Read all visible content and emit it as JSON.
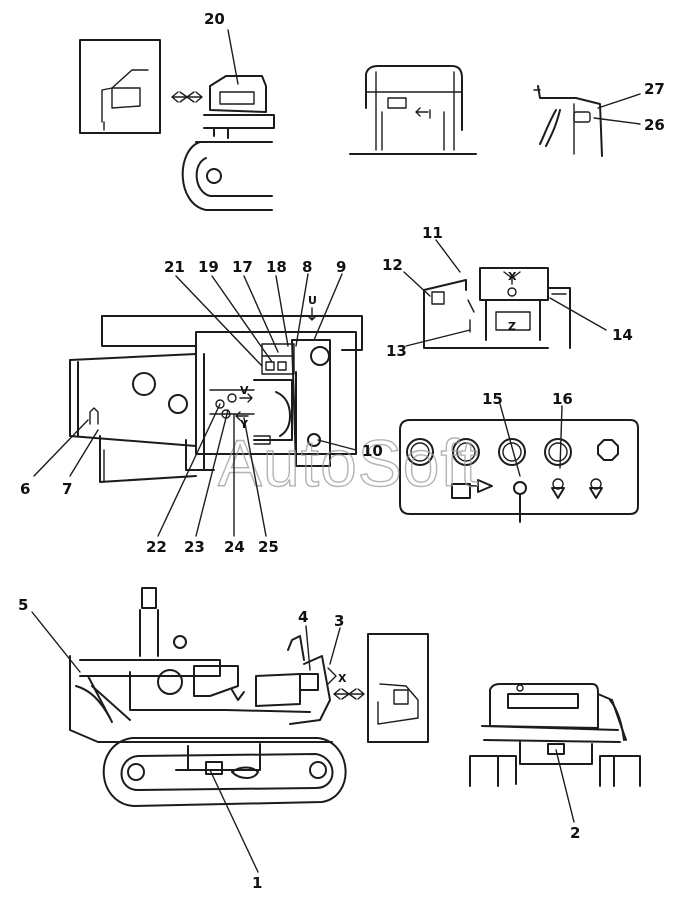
{
  "watermark": "AutoSoft",
  "callouts": [
    {
      "id": "c1",
      "label": "1"
    },
    {
      "id": "c2",
      "label": "2"
    },
    {
      "id": "c3",
      "label": "3"
    },
    {
      "id": "c4",
      "label": "4"
    },
    {
      "id": "c5",
      "label": "5"
    },
    {
      "id": "c6",
      "label": "6"
    },
    {
      "id": "c7",
      "label": "7"
    },
    {
      "id": "c8",
      "label": "8"
    },
    {
      "id": "c9",
      "label": "9"
    },
    {
      "id": "c10",
      "label": "10"
    },
    {
      "id": "c11",
      "label": "11"
    },
    {
      "id": "c12",
      "label": "12"
    },
    {
      "id": "c13",
      "label": "13"
    },
    {
      "id": "c14",
      "label": "14"
    },
    {
      "id": "c15",
      "label": "15"
    },
    {
      "id": "c16",
      "label": "16"
    },
    {
      "id": "c17",
      "label": "17"
    },
    {
      "id": "c18",
      "label": "18"
    },
    {
      "id": "c19",
      "label": "19"
    },
    {
      "id": "c20",
      "label": "20"
    },
    {
      "id": "c21",
      "label": "21"
    },
    {
      "id": "c22",
      "label": "22"
    },
    {
      "id": "c23",
      "label": "23"
    },
    {
      "id": "c24",
      "label": "24"
    },
    {
      "id": "c25",
      "label": "25"
    },
    {
      "id": "c26",
      "label": "26"
    },
    {
      "id": "c27",
      "label": "27"
    }
  ],
  "view_markers": {
    "u": "U",
    "v": "V",
    "x": "X",
    "x2": "X",
    "y": "Y",
    "z": "Z"
  }
}
